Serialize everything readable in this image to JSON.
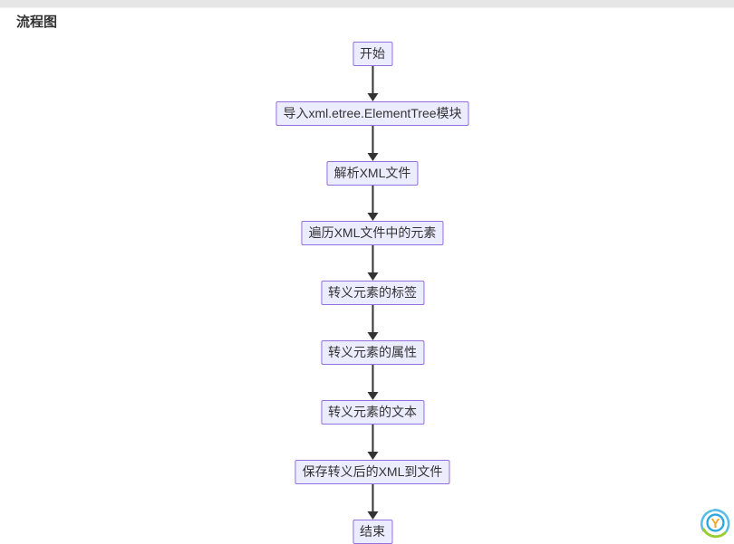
{
  "page": {
    "title": "流程图"
  },
  "flowchart": {
    "type": "flowchart-top-down",
    "nodes": [
      "开始",
      "导入xml.etree.ElementTree模块",
      "解析XML文件",
      "遍历XML文件中的元素",
      "转义元素的标签",
      "转义元素的属性",
      "转义元素的文本",
      "保存转义后的XML到文件",
      "结束"
    ],
    "edges": "each node connects to the next with a downward arrow",
    "colors": {
      "node_fill": "#ececff",
      "node_border": "#9370db",
      "node_text": "#333333",
      "arrow": "#333333"
    }
  },
  "logo": {
    "glyph": "Y",
    "colors": {
      "ring_green": "#9acd32",
      "ring_blue": "#56bde8",
      "inner_ring": "#2aa7dd",
      "glyph_color": "#f5a623"
    }
  }
}
